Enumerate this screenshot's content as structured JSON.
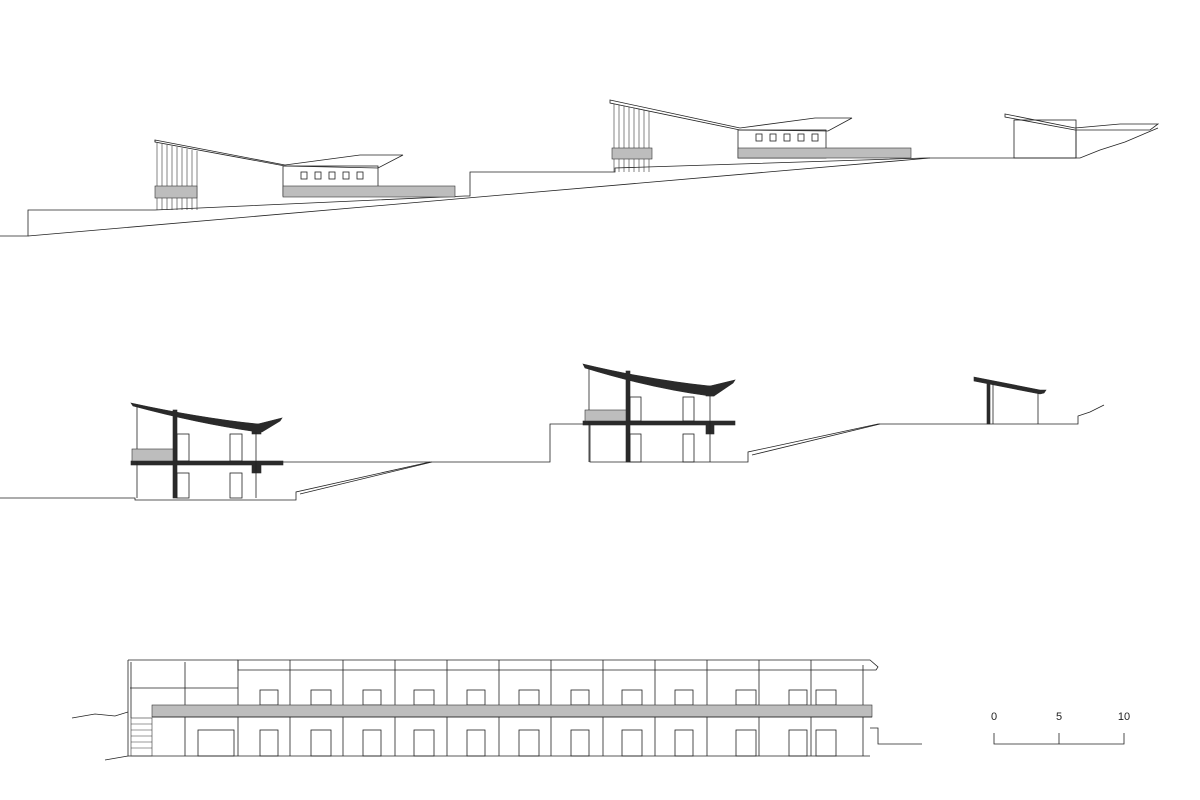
{
  "scale_bar": {
    "labels": [
      "0",
      "5",
      "10"
    ]
  },
  "colors": {
    "line": "#222222",
    "section_fill": "#2a2a2a",
    "railing_fill": "#bdbdbd",
    "background": "#ffffff"
  }
}
